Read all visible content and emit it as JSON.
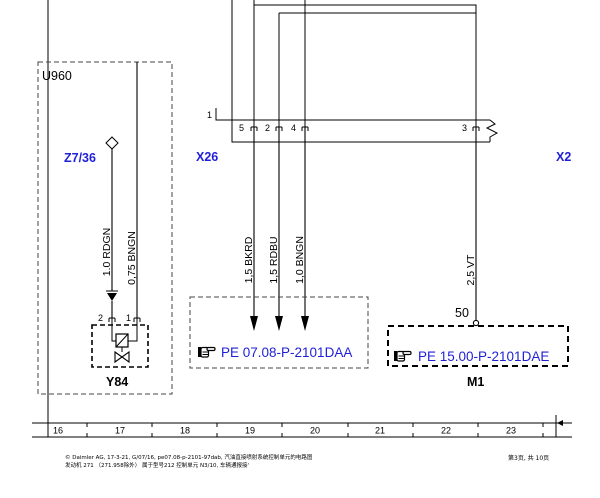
{
  "diagram": {
    "u960": {
      "label": "U960"
    },
    "z7_36": {
      "label": "Z7/36"
    },
    "y84": {
      "label": "Y84",
      "pin_a": "2",
      "pin_b": "1"
    },
    "x26": {
      "label": "X26",
      "pin_end": "1",
      "pins": [
        "5",
        "2",
        "4",
        "3"
      ]
    },
    "x2": {
      "label": "X2"
    },
    "m1": {
      "label": "M1",
      "terminal": "50"
    }
  },
  "wires": [
    {
      "label": "1.0 RDGN"
    },
    {
      "label": "0,75 BNGN"
    },
    {
      "label": "1,5 BKRD"
    },
    {
      "label": "1,5 RDBU"
    },
    {
      "label": "1,0 BNGN"
    },
    {
      "label": "2,5 VT"
    }
  ],
  "references": [
    {
      "icon": "pointing-hand-icon",
      "label": "PE 07.08-P-2101DAA"
    },
    {
      "icon": "pointing-hand-icon",
      "label": "PE 15.00-P-2101DAE"
    }
  ],
  "grid": {
    "columns": [
      "16",
      "17",
      "18",
      "19",
      "20",
      "21",
      "22",
      "23"
    ]
  },
  "footer": {
    "line1": "© Daimler AG, 17-3-21, G/07/16, pe07.08-p-2101-97dab, 汽油直接喷射系统控制单元的电路图",
    "line2": "发动机 271 （271.958除外） 属于型号212 控制单元 N3/10, 车辆通报接'",
    "page": "第3页, 共 10页"
  },
  "colors": {
    "link": "#1f1fd8",
    "ink": "#000000",
    "background": "#ffffff"
  }
}
